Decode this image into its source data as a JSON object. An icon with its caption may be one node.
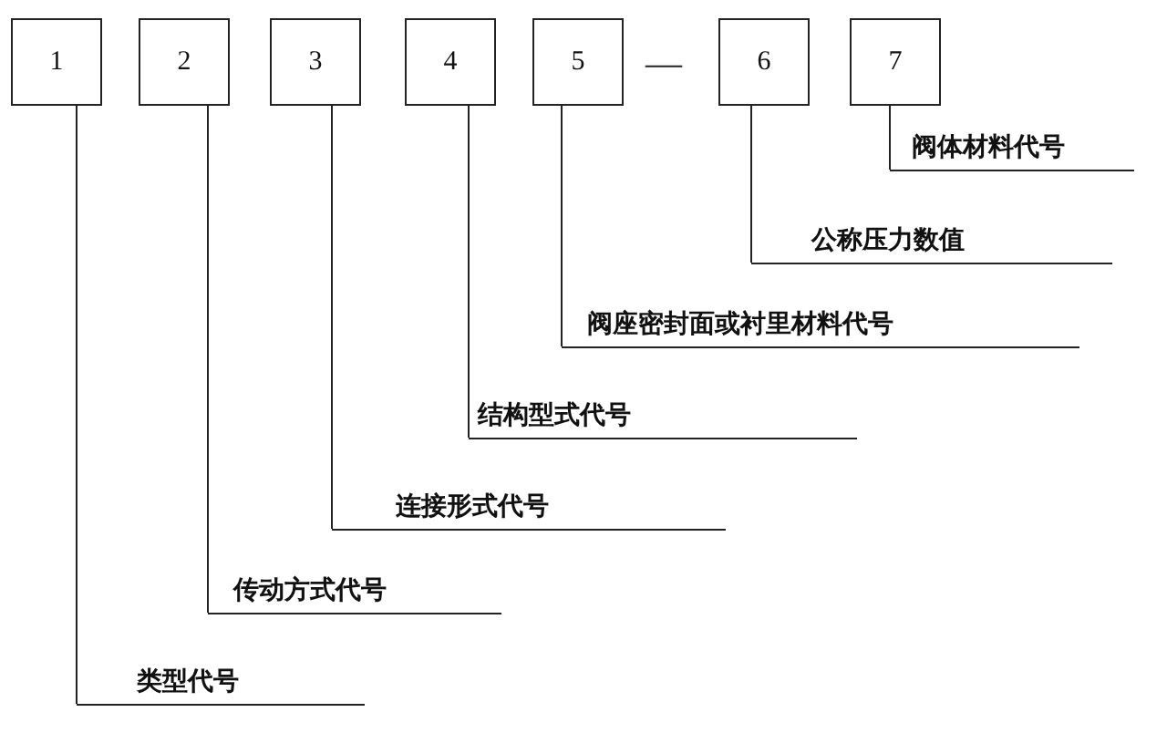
{
  "diagram": {
    "nodes": [
      {
        "text": [
          "1"
        ]
      },
      {
        "text": [
          "2"
        ]
      },
      {
        "text": [
          "3"
        ]
      },
      {
        "text": [
          "4"
        ]
      },
      {
        "text": [
          "5"
        ]
      },
      {
        "text": [
          "6"
        ]
      },
      {
        "text": [
          "7"
        ]
      },
      {
        "text": [
          "阀体材料代号"
        ]
      },
      {
        "text": [
          "公称压力数值"
        ]
      },
      {
        "text": [
          "阀座密封面或衬里材料代号"
        ]
      },
      {
        "text": [
          "结构型式代号"
        ]
      },
      {
        "text": [
          "连接形式代号"
        ]
      },
      {
        "text": [
          "传动方式代号"
        ]
      },
      {
        "text": [
          "类型代号"
        ]
      }
    ],
    "edges": [
      {
        "from": 6,
        "to": 7,
        "arrow": "none"
      },
      {
        "from": 5,
        "to": 8,
        "arrow": "none"
      },
      {
        "from": 4,
        "to": 9,
        "arrow": "none"
      },
      {
        "from": 3,
        "to": 10,
        "arrow": "none"
      },
      {
        "from": 2,
        "to": 11,
        "arrow": "none"
      },
      {
        "from": 1,
        "to": 12,
        "arrow": "none"
      },
      {
        "from": 0,
        "to": 13,
        "arrow": "none"
      }
    ],
    "labels": [
      "—"
    ]
  }
}
